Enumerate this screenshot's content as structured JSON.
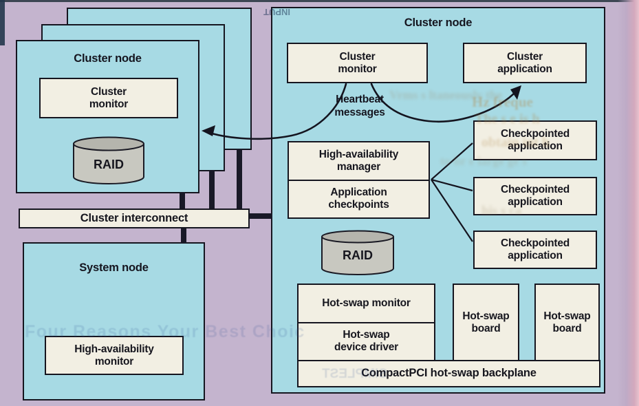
{
  "diagram": {
    "left_stack": {
      "node_label": "Cluster node",
      "monitor_label": "Cluster\nmonitor",
      "raid_label": "RAID"
    },
    "interconnect_label": "Cluster interconnect",
    "system_node": {
      "label": "System node",
      "monitor_label": "High-availability\nmonitor"
    },
    "right_node": {
      "label": "Cluster node",
      "cluster_monitor": "Cluster\nmonitor",
      "cluster_application": "Cluster\napplication",
      "heartbeat_label": "Heartbeat\nmessages",
      "ha_manager": "High-availability\nmanager",
      "app_checkpoints": "Application\ncheckpoints",
      "raid_label": "RAID",
      "checkpointed_apps": [
        "Checkpointed\napplication",
        "Checkpointed\napplication",
        "Checkpointed\napplication"
      ],
      "hot_swap_monitor": "Hot-swap monitor",
      "hot_swap_driver": "Hot-swap\ndevice driver",
      "backplane_label": "CompactPCI hot-swap backplane",
      "hot_swap_boards": [
        "Hot-swap\nboard",
        "Hot-swap\nboard"
      ]
    },
    "colors": {
      "page_background": "#c4b4ce",
      "node_fill": "#a7dae4",
      "box_fill": "#f2efe3",
      "outline": "#15151f",
      "connector": "#191927",
      "raid_body": "#c8c8c0",
      "raid_top": "#b5b5ad",
      "page_edge_pink": "#e7c2cd"
    },
    "bleedthrough": [
      "INPUT",
      "Four Reasons Your Best Choic",
      "SIMPLEST",
      "Hz  freque",
      "The s   e is h",
      "Vrms  s  ltaneously  the",
      "obtain   int h",
      "to br  e large  ge s",
      "his s  ca"
    ]
  }
}
